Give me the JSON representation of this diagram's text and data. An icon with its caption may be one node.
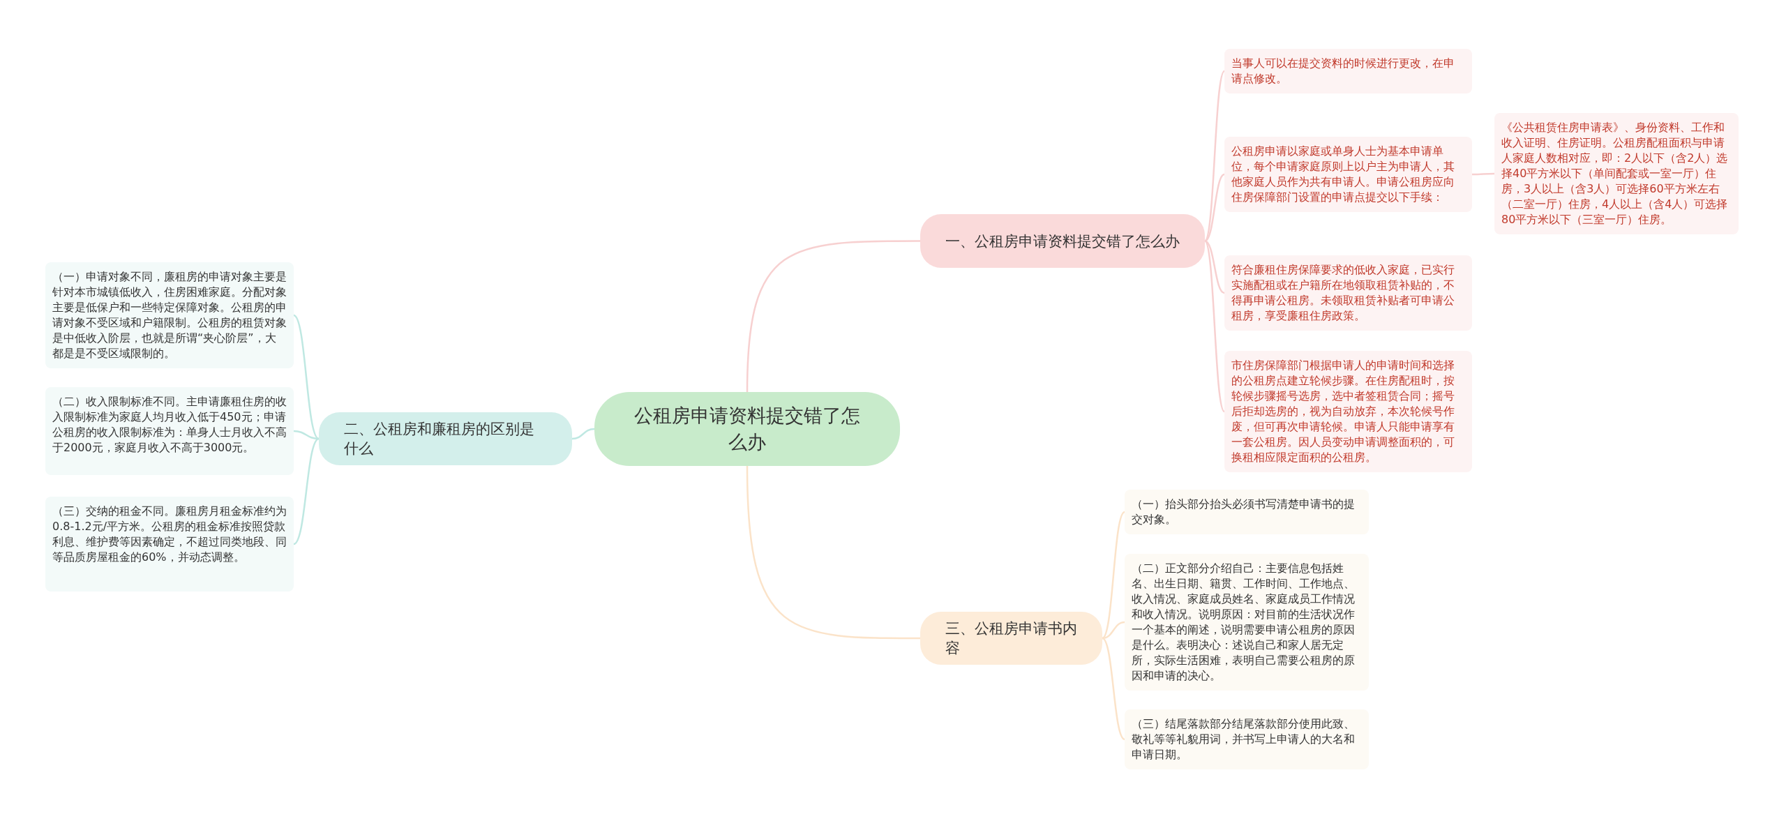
{
  "diagram": {
    "nodes": [
      {
        "text": [
          "公租房申请资料提交错了怎么办"
        ]
      },
      {
        "text": [
          "一、公租房申请资料提交错了怎么办"
        ]
      },
      {
        "text": [
          "当事人可以在提交资料的时候进行更改，在申请点修改。"
        ]
      },
      {
        "text": [
          "公租房申请以家庭或单身人士为基本申请单位，每个申请家庭原则上以户主为申请人，其他家庭人员作为共有申请人。申请公租房应向住房保障部门设置的申请点提交以下手续："
        ]
      },
      {
        "text": [
          "符合廉租住房保障要求的低收入家庭，已实行实施配租或在户籍所在地领取租赁补贴的，不得再申请公租房。未领取租赁补贴者可申请公租房，享受廉租住房政策。"
        ]
      },
      {
        "text": [
          "市住房保障部门根据申请人的申请时间和选择的公租房点建立轮候步骤。在住房配租时，按轮候步骤摇号选房，选中者签租赁合同；摇号后拒却选房的，视为自动放弃，本次轮候号作废，但可再次申请轮候。申请人只能申请享有一套公租房。因人员变动申请调整面积的，可换租相应限定面积的公租房。"
        ]
      },
      {
        "text": [
          "《公共租赁住房申请表》、身份资料、工作和收入证明、住房证明。公租房配租面积与申请人家庭人数相对应，即：2人以下（含2人）选择40平方米以下（单间配套或一室一厅）住房，3人以上（含3人）可选择60平方米左右（二室一厅）住房，4人以上（含4人）可选择80平方米以下（三室一厅）住房。"
        ]
      },
      {
        "text": [
          "二、公租房和廉租房的区别是什么"
        ]
      },
      {
        "text": [
          "（一）申请对象不同，廉租房的申请对象主要是针对本市城镇低收入，住房困难家庭。分配对象主要是低保户和一些特定保障对象。公租房的申请对象不受区域和户籍限制。公租房的租赁对象是中低收入阶层，也就是所谓“夹心阶层”，大都是是不受区域限制的。"
        ]
      },
      {
        "text": [
          "（二）收入限制标准不同。主申请廉租住房的收入限制标准为家庭人均月收入低于450元；申请公租房的收入限制标准为：单身人士月收入不高于2000元，家庭月收入不高于3000元。"
        ]
      },
      {
        "text": [
          "（三）交纳的租金不同。廉租房月租金标准约为0.8-1.2元/平方米。公租房的租金标准按照贷款利息、维护费等因素确定，不超过同类地段、同等品质房屋租金的60%，并动态调整。"
        ]
      },
      {
        "text": [
          "三、公租房申请书内容"
        ]
      },
      {
        "text": [
          "（一）抬头部分抬头必须书写清楚申请书的提交对象。"
        ]
      },
      {
        "text": [
          "（二）正文部分介绍自己：主要信息包括姓名、出生日期、籍贯、工作时间、工作地点、收入情况、家庭成员姓名、家庭成员工作情况和收入情况。说明原因：对目前的生活状况作一个基本的阐述，说明需要申请公租房的原因是什么。表明决心：述说自己和家人居无定所，实际生活困难，表明自己需要公租房的原因和申请的决心。"
        ]
      },
      {
        "text": [
          "（三）结尾落款部分结尾落款部分使用此致、敬礼等等礼貌用词，并书写上申请人的大名和申请日期。"
        ]
      }
    ],
    "edges": [
      {
        "from": 0,
        "to": 1,
        "arrow": "none",
        "color": "#f7d0d0"
      },
      {
        "from": 1,
        "to": 2,
        "arrow": "none",
        "color": "#f7d0d0"
      },
      {
        "from": 1,
        "to": 3,
        "arrow": "none",
        "color": "#f7d0d0"
      },
      {
        "from": 1,
        "to": 4,
        "arrow": "none",
        "color": "#f7d0d0"
      },
      {
        "from": 1,
        "to": 5,
        "arrow": "none",
        "color": "#f7d0d0"
      },
      {
        "from": 3,
        "to": 6,
        "arrow": "none",
        "color": "#f7d0d0"
      },
      {
        "from": 0,
        "to": 7,
        "arrow": "none",
        "color": "#bfe8e2"
      },
      {
        "from": 7,
        "to": 8,
        "arrow": "none",
        "color": "#bfe8e2"
      },
      {
        "from": 7,
        "to": 9,
        "arrow": "none",
        "color": "#bfe8e2"
      },
      {
        "from": 7,
        "to": 10,
        "arrow": "none",
        "color": "#bfe8e2"
      },
      {
        "from": 0,
        "to": 11,
        "arrow": "none",
        "color": "#fbe3c9"
      },
      {
        "from": 11,
        "to": 12,
        "arrow": "none",
        "color": "#fbe3c9"
      },
      {
        "from": 11,
        "to": 13,
        "arrow": "none",
        "color": "#fbe3c9"
      },
      {
        "from": 11,
        "to": 14,
        "arrow": "none",
        "color": "#fbe3c9"
      }
    ]
  }
}
